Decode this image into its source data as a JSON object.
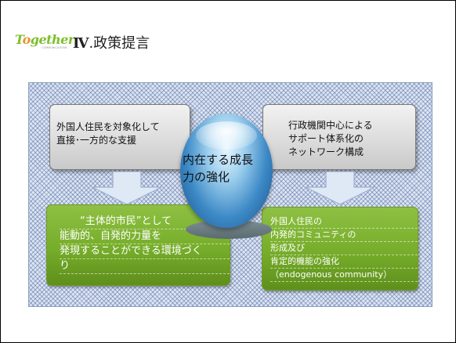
{
  "slide": {
    "logo_text": "Together",
    "logo_subtext": "COMMUNICATIONS",
    "title_number": "Ⅳ",
    "title_text": ".政策提言"
  },
  "boxes": {
    "top_left": [
      "外国人住民を対象化して",
      "直接･一方的な支援"
    ],
    "top_right": [
      "行政機関中心による",
      "サポート体系化の",
      "ネットワーク構成"
    ],
    "bottom_left": [
      "“主体的市民”として",
      "能動的、自発的力量を",
      "発現することができる環境づく",
      "り"
    ],
    "bottom_right": [
      "外国人住民の",
      "内発的コミュニティの",
      "形成及び",
      "肯定的機能の強化",
      "（endogenous community）"
    ],
    "center": [
      "内在する成長",
      "力の強化"
    ]
  },
  "colors": {
    "frame_pattern": "#5a73aa",
    "green_box": "#76ad2a",
    "gray_box": "#dcdcdc",
    "sphere": "#3c89c6"
  }
}
